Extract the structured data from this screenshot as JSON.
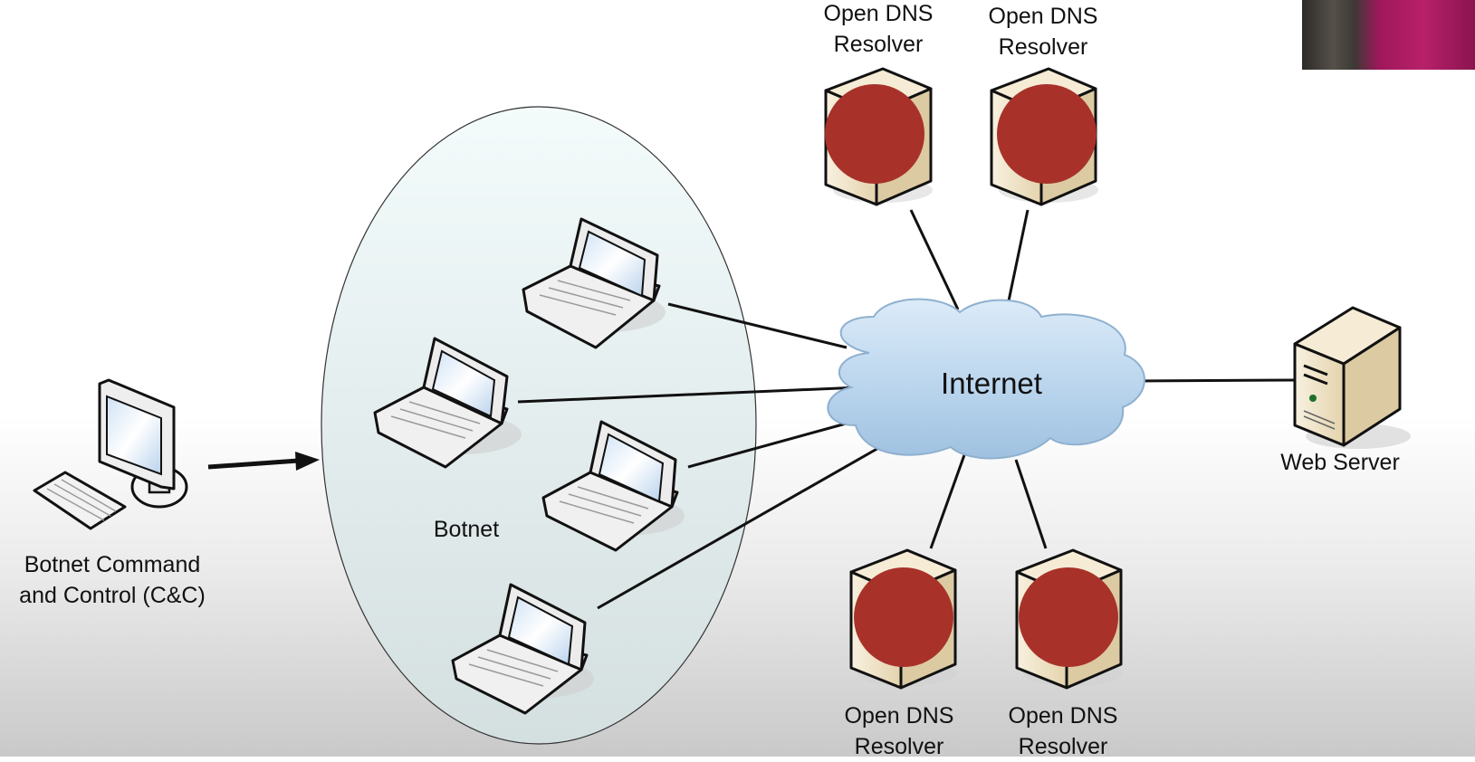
{
  "diagram": {
    "nodes": {
      "cnc": {
        "label": "Botnet Command\nand Control (C&C)",
        "icon": "desktop-computer-icon"
      },
      "botnet": {
        "label": "Botnet",
        "icon": "laptop-icon",
        "laptop_count": 4
      },
      "internet": {
        "label": "Internet",
        "icon": "cloud-icon"
      },
      "web_server": {
        "label": "Web Server",
        "icon": "server-icon"
      },
      "resolvers": [
        {
          "label": "Open DNS\nResolver"
        },
        {
          "label": "Open DNS\nResolver"
        },
        {
          "label": "Open DNS\nResolver"
        },
        {
          "label": "Open DNS\nResolver"
        }
      ]
    },
    "colors": {
      "resolver_marker": "#a8322a",
      "server_body": "#efe3c8",
      "cloud_fill": "#bcd6ee",
      "botnet_ellipse_fill": "#eaf6f8"
    }
  }
}
